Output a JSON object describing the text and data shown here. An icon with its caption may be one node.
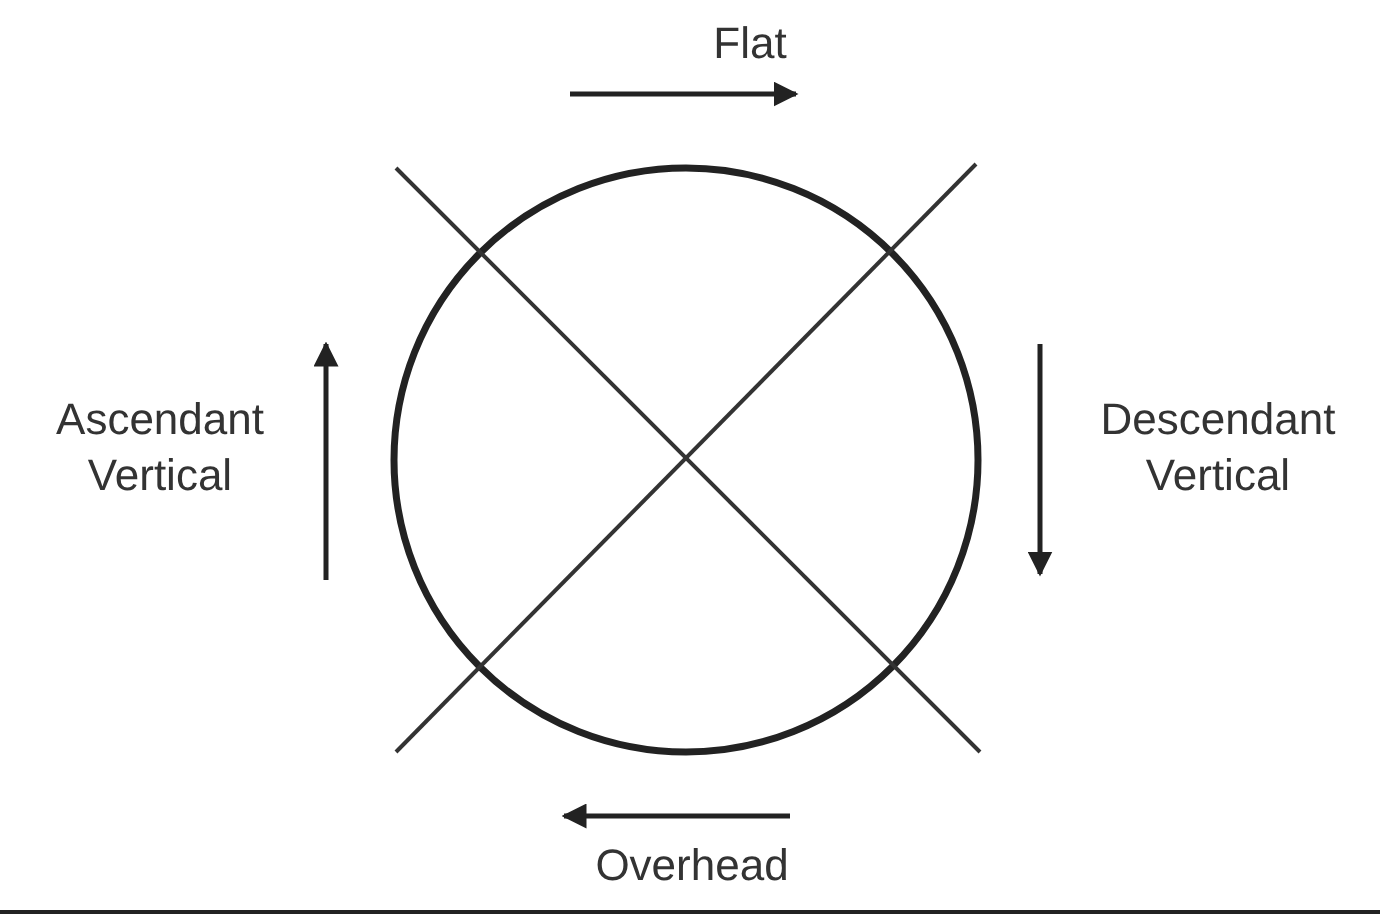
{
  "diagram": {
    "labels": [
      "Flat",
      "Ascendant Vertical",
      "Descendant Vertical",
      "Overhead"
    ]
  }
}
